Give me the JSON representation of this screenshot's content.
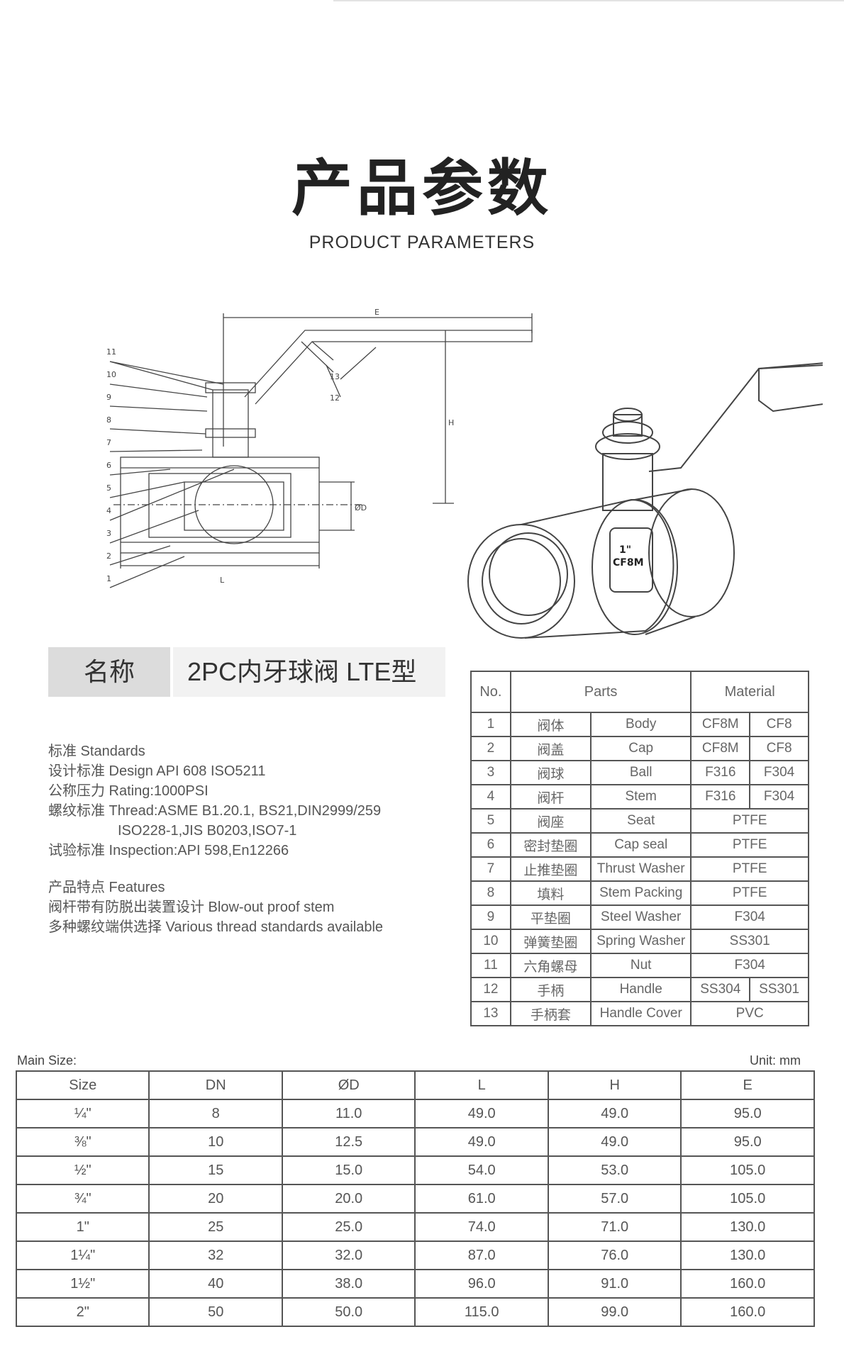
{
  "header": {
    "title_cn": "产品参数",
    "title_en": "PRODUCT PARAMETERS"
  },
  "drawing": {
    "callouts": [
      "11",
      "10",
      "9",
      "8",
      "7",
      "6",
      "5",
      "4",
      "3",
      "2",
      "1",
      "13",
      "12"
    ],
    "dims": {
      "e": "E",
      "h": "H",
      "l": "L",
      "d": "ØD"
    }
  },
  "photo": {
    "marking_size": "1\"",
    "marking_material": "CF8M"
  },
  "product": {
    "name_label": "名称",
    "name_value": "2PC内牙球阀 LTE型"
  },
  "specs": {
    "lines": [
      "标准 Standards",
      "设计标准 Design API 608  ISO5211",
      "公称压力 Rating:1000PSI",
      "螺纹标准 Thread:ASME B1.20.1, BS21,DIN2999/259",
      "ISO228-1,JIS B0203,ISO7-1",
      "试验标准 Inspection:API 598,En12266"
    ],
    "features": [
      "产品特点 Features",
      "阀杆带有防脱出装置设计 Blow-out proof stem",
      "多种螺纹端供选择 Various thread standards available"
    ]
  },
  "parts_table": {
    "headers": {
      "no": "No.",
      "parts": "Parts",
      "material": "Material"
    },
    "rows": [
      {
        "no": "1",
        "cn": "阀体",
        "en": "Body",
        "m1": "CF8M",
        "m2": "CF8"
      },
      {
        "no": "2",
        "cn": "阀盖",
        "en": "Cap",
        "m1": "CF8M",
        "m2": "CF8"
      },
      {
        "no": "3",
        "cn": "阀球",
        "en": "Ball",
        "m1": "F316",
        "m2": "F304"
      },
      {
        "no": "4",
        "cn": "阀杆",
        "en": "Stem",
        "m1": "F316",
        "m2": "F304"
      },
      {
        "no": "5",
        "cn": "阀座",
        "en": "Seat",
        "m": "PTFE"
      },
      {
        "no": "6",
        "cn": "密封垫圈",
        "en": "Cap seal",
        "m": "PTFE"
      },
      {
        "no": "7",
        "cn": "止推垫圈",
        "en": "Thrust Washer",
        "m": "PTFE"
      },
      {
        "no": "8",
        "cn": "填料",
        "en": "Stem Packing",
        "m": "PTFE"
      },
      {
        "no": "9",
        "cn": "平垫圈",
        "en": "Steel Washer",
        "m": "F304"
      },
      {
        "no": "10",
        "cn": "弹簧垫圈",
        "en": "Spring Washer",
        "m": "SS301"
      },
      {
        "no": "11",
        "cn": "六角螺母",
        "en": "Nut",
        "m": "F304"
      },
      {
        "no": "12",
        "cn": "手柄",
        "en": "Handle",
        "m1": "SS304",
        "m2": "SS301"
      },
      {
        "no": "13",
        "cn": "手柄套",
        "en": "Handle Cover",
        "m": "PVC"
      }
    ]
  },
  "size_table": {
    "title": "Main Size:",
    "unit": "Unit: mm",
    "headers": [
      "Size",
      "DN",
      "ØD",
      "L",
      "H",
      "E"
    ],
    "rows": [
      [
        "¼\"",
        "8",
        "11.0",
        "49.0",
        "49.0",
        "95.0"
      ],
      [
        "⅜\"",
        "10",
        "12.5",
        "49.0",
        "49.0",
        "95.0"
      ],
      [
        "½\"",
        "15",
        "15.0",
        "54.0",
        "53.0",
        "105.0"
      ],
      [
        "¾\"",
        "20",
        "20.0",
        "61.0",
        "57.0",
        "105.0"
      ],
      [
        "1\"",
        "25",
        "25.0",
        "74.0",
        "71.0",
        "130.0"
      ],
      [
        "1¼\"",
        "32",
        "32.0",
        "87.0",
        "76.0",
        "130.0"
      ],
      [
        "1½\"",
        "40",
        "38.0",
        "96.0",
        "91.0",
        "160.0"
      ],
      [
        "2\"",
        "50",
        "50.0",
        "115.0",
        "99.0",
        "160.0"
      ]
    ]
  }
}
